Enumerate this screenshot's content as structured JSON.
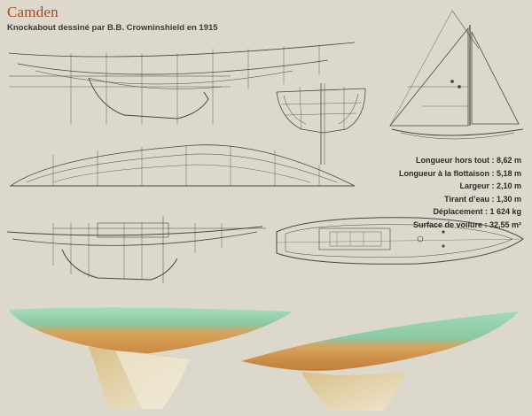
{
  "header": {
    "title": "Camden",
    "subtitle": "Knockabout dessiné par B.B. Crowninshield en 1915"
  },
  "specs": [
    {
      "label": "Longueur hors tout",
      "value": "8,62 m"
    },
    {
      "label": "Longueur à la flottaison",
      "value": "5,18 m"
    },
    {
      "label": "Largeur",
      "value": "2,10 m"
    },
    {
      "label": "Tirant d’eau",
      "value": "1,30 m"
    },
    {
      "label": "Déplacement",
      "value": "1 624 kg"
    },
    {
      "label": "Surface de voilure",
      "value": "32,55 m²"
    }
  ],
  "colors": {
    "background": "#dcd8cc",
    "title": "#b4431f",
    "line": "#4a4540",
    "hull_topside": "#8fcfa9",
    "hull_bottom": "#d79a50",
    "keel": "#e3d3a8"
  }
}
